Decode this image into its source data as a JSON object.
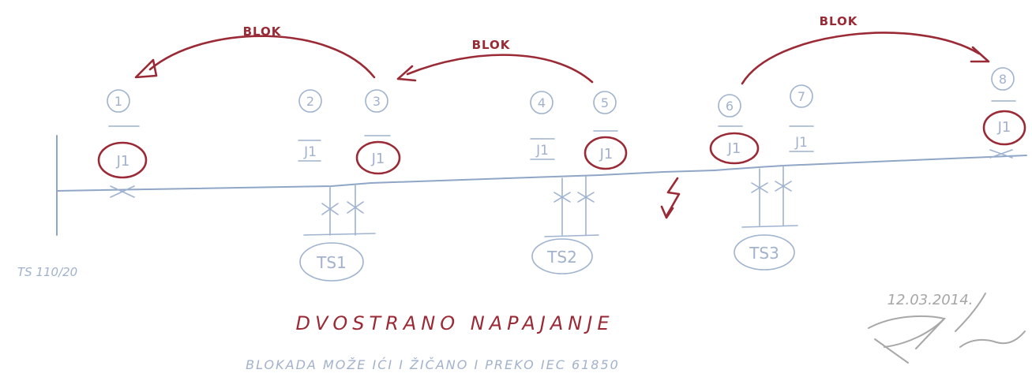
{
  "colors": {
    "feeder_line": "#8fa6c6",
    "handwriting_blue": "#a2b2cc",
    "red_marker": "#9a2a35",
    "signature_gray": "#a6a6a6"
  },
  "arrow_labels": [
    "BLOK",
    "BLOK",
    "BLOK"
  ],
  "nodes": [
    {
      "number": "1",
      "switch": "J1",
      "highlighted": true
    },
    {
      "number": "2",
      "switch": "J1",
      "highlighted": false
    },
    {
      "number": "3",
      "switch": "J1",
      "highlighted": true
    },
    {
      "number": "4",
      "switch": "J1",
      "highlighted": false
    },
    {
      "number": "5",
      "switch": "J1",
      "highlighted": true
    },
    {
      "number": "6",
      "switch": "J1",
      "highlighted": true
    },
    {
      "number": "7",
      "switch": "J1",
      "highlighted": false
    },
    {
      "number": "8",
      "switch": "J1",
      "highlighted": true
    }
  ],
  "substations": [
    "TS1",
    "TS2",
    "TS3"
  ],
  "source_label": "TS 110/20",
  "title": "DVOSTRANO NAPAJANJE",
  "note": "BLOKADA MOŽE IĆI I ŽIČANO I PREKO IEC 61850",
  "date": "12.03.2014.",
  "icons": {
    "fault": "lightning-fault-icon",
    "breaker": "breaker-x-icon",
    "signature": "handwritten-signature"
  }
}
